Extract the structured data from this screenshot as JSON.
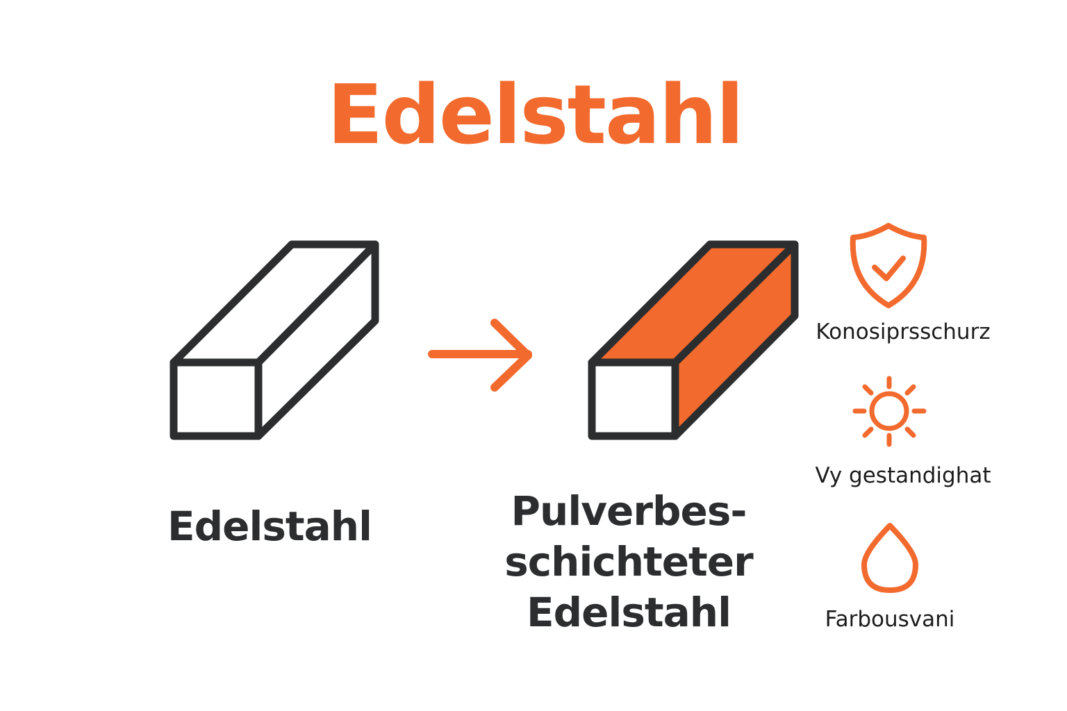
{
  "title": "Edelstahl",
  "left": {
    "label": "Edelstahl"
  },
  "right": {
    "label_lines": [
      "Pulverbes-",
      "schichteter",
      "Edelstahl"
    ]
  },
  "features": [
    {
      "icon": "shield-check-icon",
      "label": "Konosiprsschurz"
    },
    {
      "icon": "sun-icon",
      "label": "Vy gestandighat"
    },
    {
      "icon": "drop-icon",
      "label": "Farbousvani"
    }
  ],
  "colors": {
    "accent": "#F26A2E",
    "outline": "#2b2d2e"
  }
}
